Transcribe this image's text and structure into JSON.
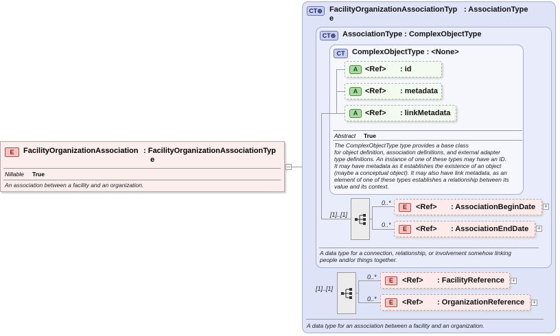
{
  "root_element": {
    "badge": "E",
    "name": "FacilityOrganizationAssociation",
    "type_line1": ": FacilityOrganizationAssociationTyp",
    "type_line2": "e",
    "property_label": "Nillable",
    "property_value": "True",
    "documentation": "An association between a facility and an organization.",
    "collapse_symbol": "–"
  },
  "outer_type": {
    "badge": "CT",
    "name": "FacilityOrganizationAssociationTyp",
    "name_rest": ": AssociationType",
    "name_line2": "e",
    "documentation": "A data type for an association between a facility and an organization.",
    "sequence_cardinality": "[1]..[1]",
    "children": [
      {
        "badge": "E",
        "ref": "<Ref>",
        "name": ": FacilityReference",
        "cardinality": "0..*"
      },
      {
        "badge": "E",
        "ref": "<Ref>",
        "name": ": OrganizationReference",
        "cardinality": "0..*"
      }
    ]
  },
  "association_type": {
    "badge": "CT",
    "label": "AssociationType : ComplexObjectType",
    "documentation_line1": "A data type for a connection, relationship, or involvement somehow linking",
    "documentation_line2": "people and/or things together.",
    "sequence_cardinality": "[1]..[1]",
    "children": [
      {
        "badge": "E",
        "ref": "<Ref>",
        "name": ": AssociationBeginDate",
        "cardinality": "0..*"
      },
      {
        "badge": "E",
        "ref": "<Ref>",
        "name": ": AssociationEndDate",
        "cardinality": "0..*"
      }
    ]
  },
  "complex_object_type": {
    "badge": "CT",
    "label": "ComplexObjectType : <None>",
    "attributes": [
      {
        "badge": "A",
        "ref": "<Ref>",
        "name": ": id"
      },
      {
        "badge": "A",
        "ref": "<Ref>",
        "name": ": metadata"
      },
      {
        "badge": "A",
        "ref": "<Ref>",
        "name": ": linkMetadata"
      }
    ],
    "property_label": "Abstract",
    "property_value": "True",
    "documentation": [
      "The ComplexObjectType type provides a base class",
      "for object definition, association definitions, and external adapter",
      "type definitions. An instance of one of these types may have an ID.",
      "It may have metadata as it establishes the existence of an object",
      "(maybe a conceptual object). It may also have link metadata, as an",
      "element of one of these types establishes a relationship between its",
      "value and its context."
    ]
  },
  "expand_symbol": "+"
}
